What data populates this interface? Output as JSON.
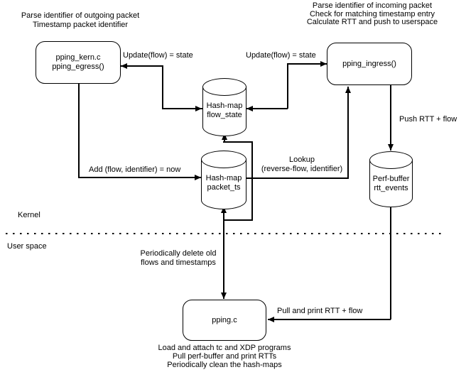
{
  "regions": {
    "kernel": "Kernel",
    "user_space": "User space"
  },
  "nodes": {
    "egress": [
      "pping_kern.c",
      "pping_egress()"
    ],
    "ingress": "pping_ingress()",
    "pping": "pping.c",
    "flow_state": [
      "Hash-map",
      "flow_state"
    ],
    "packet_ts": [
      "Hash-map",
      "packet_ts"
    ],
    "rtt_events": [
      "Perf-buffer",
      "rtt_events"
    ]
  },
  "annotations": {
    "egress": [
      "Parse identifier of outgoing packet",
      "Timestamp packet identifier"
    ],
    "ingress": [
      "Parse identifier of incoming packet",
      "Check for matching timestamp entry",
      "Calculate RTT and push to userspace"
    ],
    "pping": [
      "Load and attach tc and XDP programs",
      "Pull perf-buffer and print RTTs",
      "Periodically clean the hash-maps"
    ]
  },
  "edges": {
    "update_left": "Update(flow) = state",
    "update_right": "Update(flow) = state",
    "add": "Add (flow, identifier) = now",
    "lookup": [
      "Lookup",
      "(reverse-flow, identifier)"
    ],
    "push": "Push RTT + flow",
    "pull": "Pull and print RTT + flow",
    "periodic": [
      "Periodically delete old",
      "flows and timestamps"
    ]
  },
  "colors": {
    "stroke": "#000000",
    "background": "#ffffff"
  }
}
